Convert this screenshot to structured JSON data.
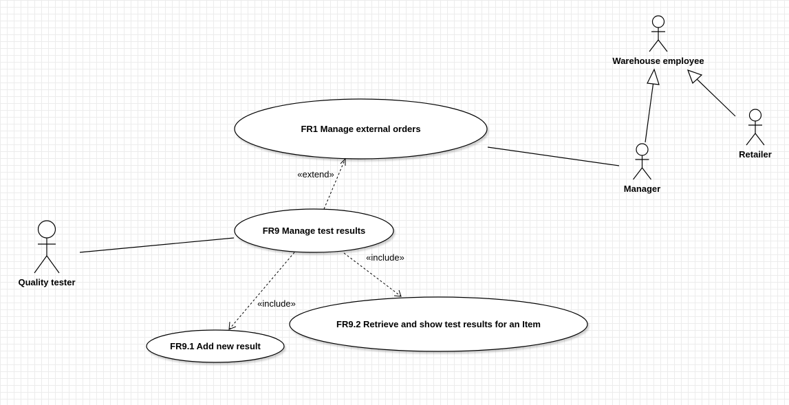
{
  "actors": {
    "warehouse_employee": "Warehouse employee",
    "retailer": "Retailer",
    "manager": "Manager",
    "quality_tester": "Quality tester"
  },
  "use_cases": {
    "fr1": "FR1 Manage external orders",
    "fr9": "FR9 Manage test results",
    "fr9_1": "FR9.1 Add new result",
    "fr9_2": "FR9.2 Retrieve and show test results for an Item"
  },
  "relations": {
    "extend_label": "«extend»",
    "include_label_1": "«include»",
    "include_label_2": "«include»"
  },
  "colors": {
    "stroke": "#000000",
    "fill": "#ffffff",
    "grid": "#ececec"
  }
}
